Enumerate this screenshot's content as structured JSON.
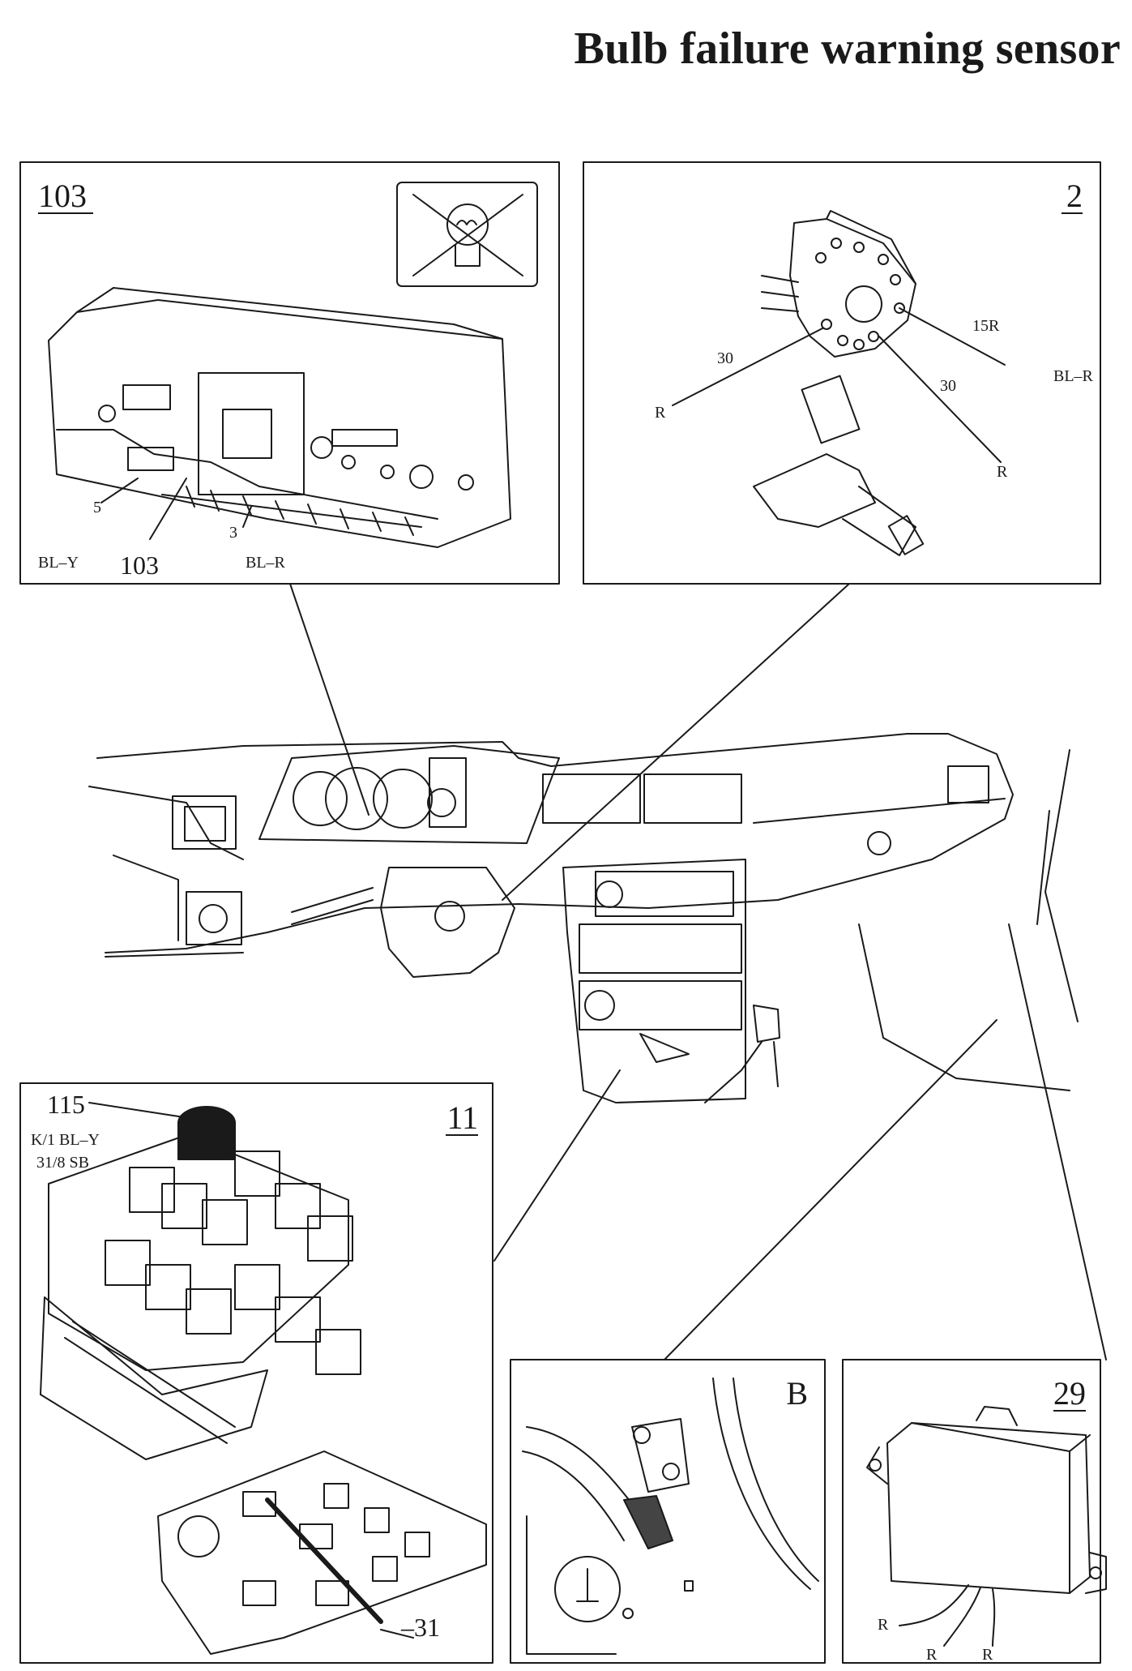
{
  "title": "Bulb failure warning sensor",
  "panels": {
    "instrument": {
      "number": "103",
      "labels": {
        "pin5": "5",
        "bly": "BL–Y",
        "ref103": "103",
        "pin3": "3",
        "blr": "BL–R"
      }
    },
    "switch": {
      "number": "2",
      "labels": {
        "t15r": "15R",
        "t30a": "30",
        "t30b": "30",
        "blr": "BL–R",
        "ra": "R",
        "rb": "R"
      }
    },
    "relay": {
      "number": "11",
      "labels": {
        "n115": "115",
        "kbly": "K/1 BL–Y",
        "sb": "31/8 SB",
        "n31": "–31"
      }
    },
    "ground": {
      "number": "B"
    },
    "sensor": {
      "number": "29",
      "labels": {
        "r1": "R",
        "r2": "R",
        "r3": "R"
      }
    }
  },
  "icons": [
    "bulb-failure-icon"
  ]
}
